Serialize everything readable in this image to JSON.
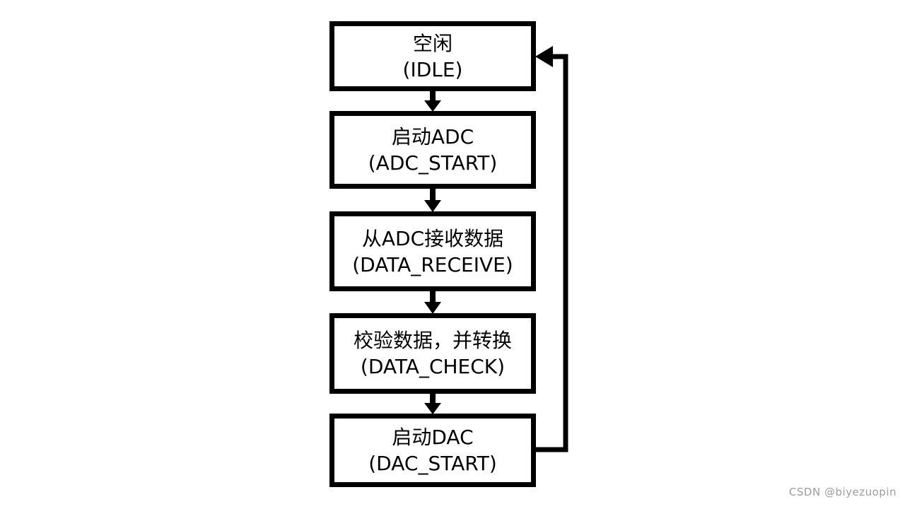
{
  "diagram": {
    "boxes": [
      {
        "line1": "空闲",
        "line2": "(IDLE)"
      },
      {
        "line1": "启动ADC",
        "line2": "(ADC_START)"
      },
      {
        "line1": "从ADC接收数据",
        "line2": "(DATA_RECEIVE)"
      },
      {
        "line1": "校验数据，并转换",
        "line2": "(DATA_CHECK)"
      },
      {
        "line1": "启动DAC",
        "line2": "(DAC_START)"
      }
    ],
    "edges": [
      {
        "from": "空闲 (IDLE)",
        "to": "启动ADC (ADC_START)"
      },
      {
        "from": "启动ADC (ADC_START)",
        "to": "从ADC接收数据 (DATA_RECEIVE)"
      },
      {
        "from": "从ADC接收数据 (DATA_RECEIVE)",
        "to": "校验数据，并转换 (DATA_CHECK)"
      },
      {
        "from": "校验数据，并转换 (DATA_CHECK)",
        "to": "启动DAC (DAC_START)"
      },
      {
        "from": "启动DAC (DAC_START)",
        "to": "空闲 (IDLE)",
        "type": "loop-back"
      }
    ],
    "colors": {
      "line": "#000000",
      "box_fill": "#ffffff",
      "background": "#ffffff"
    }
  },
  "watermark": {
    "text": "CSDN @biyezuopin",
    "color": "#9e9ea2"
  }
}
